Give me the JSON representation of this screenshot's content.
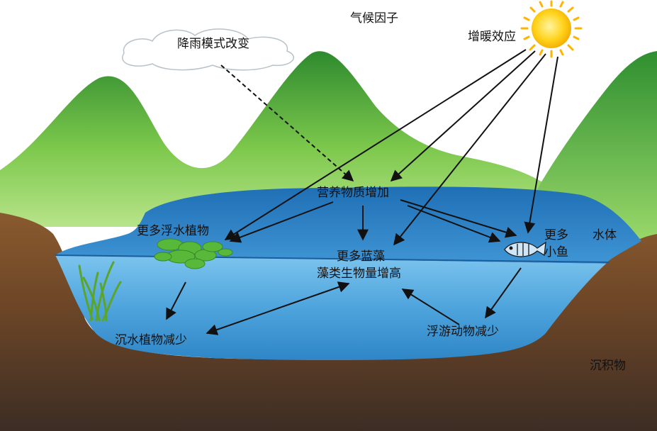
{
  "labels": {
    "climate_factor": "气候因子",
    "greenhouse": "增暖效应",
    "rain_change": "降雨模式改变",
    "nutrient_increase": "营养物质增加",
    "more_floating_plants": "更多浮水植物",
    "more_cyanobacteria_line1": "更多蓝藻",
    "more_cyanobacteria_line2": "藻类生物量增高",
    "more_small_fish_line1": "更多",
    "more_small_fish_line2": "小鱼",
    "water_body": "水体",
    "fewer_submerged_plants": "沉水植物减少",
    "fewer_zooplankton": "浮游动物减少",
    "sediment": "沉积物"
  },
  "colors": {
    "sky": "#ffffff",
    "mountain_light": "#8fd25a",
    "mountain_dark": "#2e8a2e",
    "water_top": "#2f7fc4",
    "water_bottom": "#6cb8e8",
    "soil_top": "#8b5a2b",
    "soil_bottom": "#3a2a20",
    "sun_core": "#ffd21a",
    "sun_rays": "#ffb400",
    "arrow": "#111111"
  },
  "icons": [
    "sun-icon",
    "cloud-icon",
    "fish-icon",
    "floating-plant-icon",
    "submerged-plant-icon"
  ]
}
